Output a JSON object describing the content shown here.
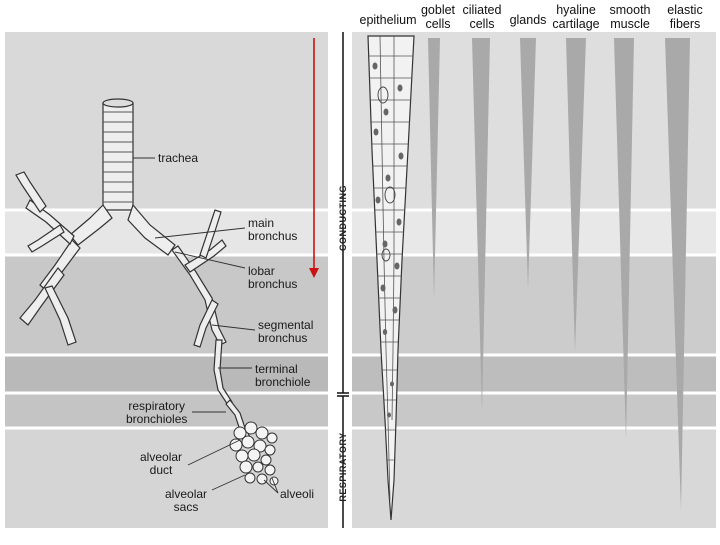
{
  "structure_labels": {
    "trachea": "trachea",
    "main_bronchus": [
      "main",
      "bronchus"
    ],
    "lobar_bronchus": [
      "lobar",
      "bronchus"
    ],
    "segmental_bronchus": [
      "segmental",
      "bronchus"
    ],
    "terminal_bronchiole": [
      "terminal",
      "bronchiole"
    ],
    "respiratory_bronchioles": [
      "respiratory",
      "bronchioles"
    ],
    "alveolar_duct": [
      "alveolar",
      "duct"
    ],
    "alveolar_sacs": [
      "alveolar",
      "sacs"
    ],
    "alveoli": "alveoli"
  },
  "column_headers": {
    "epithelium": "epithelium",
    "goblet_cells": [
      "goblet",
      "cells"
    ],
    "ciliated_cells": [
      "ciliated",
      "cells"
    ],
    "glands": "glands",
    "hyaline_cartilage": [
      "hyaline",
      "cartilage"
    ],
    "smooth_muscle": [
      "smooth",
      "muscle"
    ],
    "elastic_fibers": [
      "elastic",
      "fibers"
    ]
  },
  "zones": {
    "conducting": "CONDUCTING",
    "respiratory": "RESPIRATORY"
  },
  "colors": {
    "arrow": "#cc1111",
    "band_light": "#e4e4e4",
    "band_mid": "#cfcfcf",
    "band_dark": "#bdbdbd",
    "wedge": "#a9a9a9",
    "airway_fill": "#eeeeee",
    "airway_stroke": "#333333"
  }
}
